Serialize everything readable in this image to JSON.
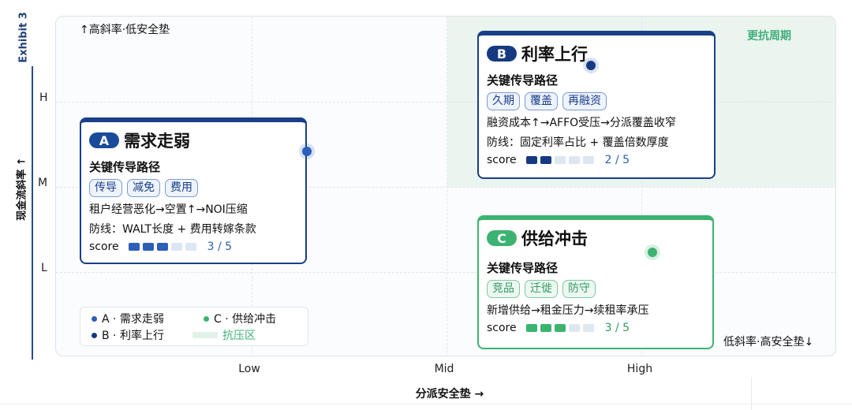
{
  "exhibit": "Exhibit 3",
  "axes": {
    "ylabel": "现金流斜率 ↑",
    "xlabel": "分派安全垫 →",
    "yticks": [
      "H",
      "M",
      "L"
    ],
    "xticks": [
      "Low",
      "Mid",
      "High"
    ]
  },
  "corners": {
    "top_left": "↑高斜率·低安全垫",
    "bottom_right": "低斜率·高安全垫↓",
    "zone": "更抗周期"
  },
  "cards": {
    "a": {
      "letter": "A",
      "title": "需求走弱",
      "section": "关键传导路径",
      "chips": [
        "传导",
        "减免",
        "费用"
      ],
      "line1": "租户经营恶化→空置↑→NOI压缩",
      "line2": "防线：WALT长度 + 费用转嫁条款",
      "score_label": "score",
      "score": 3,
      "score_max": 5,
      "score_text": "3 / 5"
    },
    "b": {
      "letter": "B",
      "title": "利率上行",
      "section": "关键传导路径",
      "chips": [
        "久期",
        "覆盖",
        "再融资"
      ],
      "line1": "融资成本↑→AFFO受压→分派覆盖收窄",
      "line2": "防线：固定利率占比 + 覆盖倍数厚度",
      "score_label": "score",
      "score": 2,
      "score_max": 5,
      "score_text": "2 / 5"
    },
    "c": {
      "letter": "C",
      "title": "供给冲击",
      "section": "关键传导路径",
      "chips": [
        "竞品",
        "迁徙",
        "防守"
      ],
      "line1": "新增供给→租金压力→续租率承压",
      "score_label": "score",
      "score": 3,
      "score_max": 5,
      "score_text": "3 / 5"
    }
  },
  "legend": {
    "a": "A · 需求走弱",
    "b": "B · 利率上行",
    "c": "C · 供给冲击",
    "zone": "抗压区"
  },
  "colors": {
    "a": "#2b5fb8",
    "b": "#153a82",
    "c": "#3cb371",
    "zone": "#eaf5ef"
  }
}
